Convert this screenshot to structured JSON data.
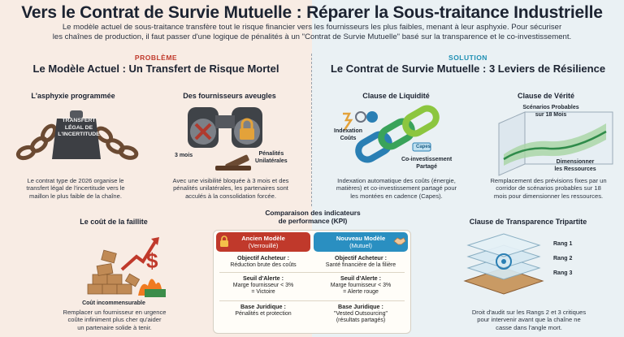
{
  "header": {
    "title": "Vers le Contrat de Survie Mutuelle : Réparer la Sous-traitance Industrielle",
    "subtitle_line1": "Le modèle actuel de sous-traitance transfère tout le risque financier vers les fournisseurs les plus faibles, menant à leur asphyxie. Pour sécuriser",
    "subtitle_line2": "les chaînes de production, il faut passer d'une logique de pénalités à un \"Contrat de Survie Mutuelle\" basé sur la transparence et le co-investissement."
  },
  "left": {
    "tag": "PROBLÈME",
    "heading": "Le Modèle Actuel : Un Transfert de Risque Mortel",
    "asphyxia": {
      "title": "L'asphyxie programmée",
      "weight_label_1": "TRANSFERT",
      "weight_label_2": "LÉGAL DE",
      "weight_label_3": "L'INCERTITUDE",
      "desc_1": "Le contrat type de 2026 organise le",
      "desc_2": "transfert légal de l'incertitude vers le",
      "desc_3": "maillon le plus faible de la chaîne."
    },
    "blind": {
      "title": "Des fournisseurs aveugles",
      "label_months": "3 mois",
      "label_penalties_1": "Pénalités",
      "label_penalties_2": "Unilatérales",
      "desc_1": "Avec une visibilité bloquée à 3 mois et des",
      "desc_2": "pénalités unilatérales, les partenaires sont",
      "desc_3": "acculés à la consolidation forcée."
    },
    "failure": {
      "title": "Le coût de la faillite",
      "caption": "Coût incommensurable",
      "desc_1": "Remplacer un fournisseur en urgence",
      "desc_2": "coûte infiniment plus cher qu'aider",
      "desc_3": "un partenaire solide à tenir."
    }
  },
  "right": {
    "tag": "SOLUTION",
    "heading": "Le Contrat de Survie Mutuelle : 3 Leviers de Résilience",
    "liquidity": {
      "title": "Clause de Liquidité",
      "label_index_1": "Indexation",
      "label_index_2": "Coûts",
      "label_capes": "Capes",
      "label_coinv_1": "Co-investissement",
      "label_coinv_2": "Partagé",
      "desc_1": "Indexation automatique des coûts (énergie,",
      "desc_2": "matières) et co-investissement partagé pour",
      "desc_3": "les montées en cadence (Capes)."
    },
    "truth": {
      "title": "Clause de Vérité",
      "label_scen_1": "Scénarios Probables",
      "label_scen_2": "sur 18 Mois",
      "label_dim_1": "Dimensionner",
      "label_dim_2": "les Ressources",
      "desc_1": "Remplacement des prévisions fixes par un",
      "desc_2": "corridor de scénarios probables sur 18",
      "desc_3": "mois pour dimensionner les ressources."
    },
    "transparency": {
      "title": "Clause de Transparence Tripartite",
      "rank1": "Rang 1",
      "rank2": "Rang 2",
      "rank3": "Rang 3",
      "desc_1": "Droit d'audit sur les Rangs 2 et 3 critiques",
      "desc_2": "pour intervenir avant que la chaîne ne",
      "desc_3": "casse dans l'angle mort."
    }
  },
  "kpi": {
    "title_1": "Comparaison des indicateurs",
    "title_2": "de performance (KPI)",
    "old": {
      "name": "Ancien Modèle",
      "sub": "(Verrouillé)",
      "color": "#c0392b"
    },
    "new": {
      "name": "Nouveau Modèle",
      "sub": "(Mutuel)",
      "color": "#2a8fc1"
    },
    "rows": [
      {
        "label": "Objectif Acheteur :",
        "old": "Réduction brute des coûts",
        "new": "Santé financière de la filière"
      },
      {
        "label": "Seuil d'Alerte :",
        "old_1": "Marge fournisseur < 3%",
        "old_2": "= Victoire",
        "new_1": "Marge fournisseur < 3%",
        "new_2": "= Alerte rouge"
      },
      {
        "label": "Base Juridique :",
        "old": "Pénalités et protection",
        "new_1": "\"Vested Outsourcing\"",
        "new_2": "(résultats partagés)"
      }
    ]
  },
  "colors": {
    "problem": "#c0392b",
    "solution": "#1e8fb3",
    "left_bg": "#f8ece4",
    "right_bg": "#eaf1f4"
  }
}
